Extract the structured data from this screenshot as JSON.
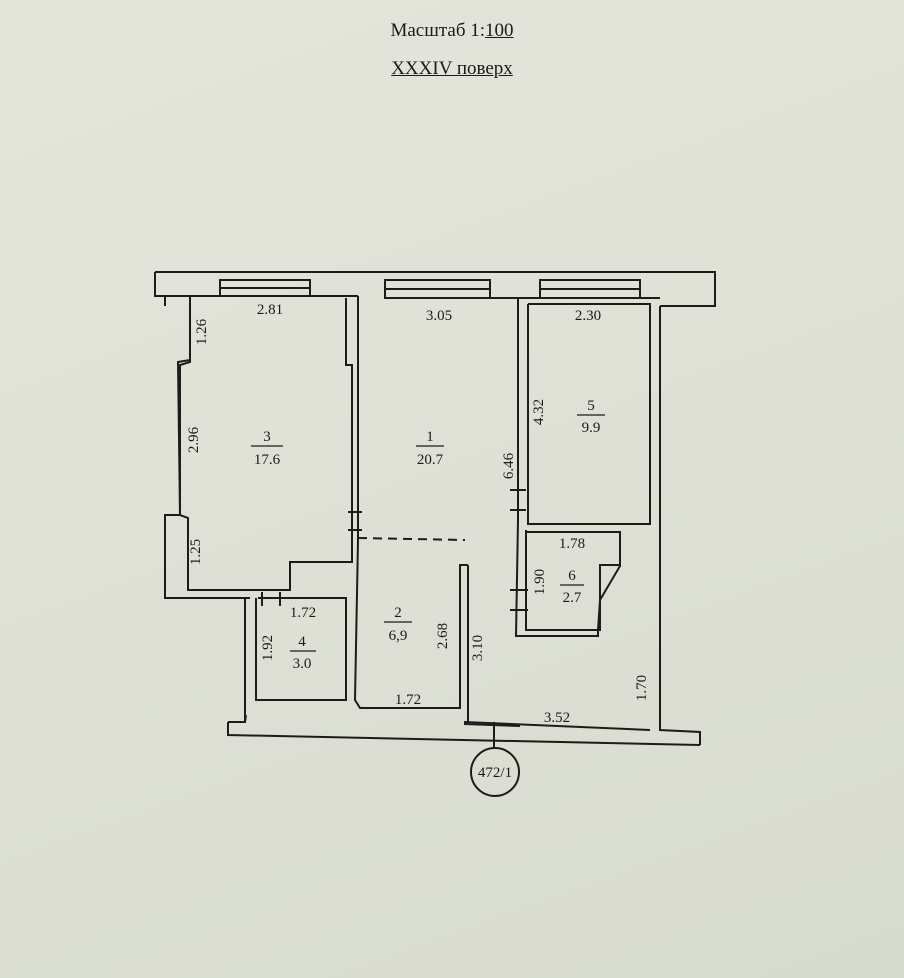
{
  "header": {
    "scale_prefix": "Масштаб 1:",
    "scale_value": "100",
    "floor": "XXXIV поверх"
  },
  "rooms": [
    {
      "number": "1",
      "area": "20.7"
    },
    {
      "number": "2",
      "area": "6,9"
    },
    {
      "number": "3",
      "area": "17.6"
    },
    {
      "number": "4",
      "area": "3.0"
    },
    {
      "number": "5",
      "area": "9.9"
    },
    {
      "number": "6",
      "area": "2.7"
    }
  ],
  "dimensions": {
    "room3_width": "2.81",
    "room1_width": "3.05",
    "room5_width": "2.30",
    "room3_top_wall": "1.26",
    "room3_left_wall": "2.96",
    "room3_lower_wall": "1.25",
    "room5_left_wall": "4.32",
    "room1_right_wall": "6.46",
    "room6_width": "1.78",
    "room6_left_wall": "1.90",
    "room4_width": "1.72",
    "room4_left_wall": "1.92",
    "room2_right_wall": "2.68",
    "room2_bottom": "1.72",
    "corridor_left": "3.10",
    "corridor_bottom": "3.52",
    "corridor_right": "1.70"
  },
  "badge": "472/1"
}
